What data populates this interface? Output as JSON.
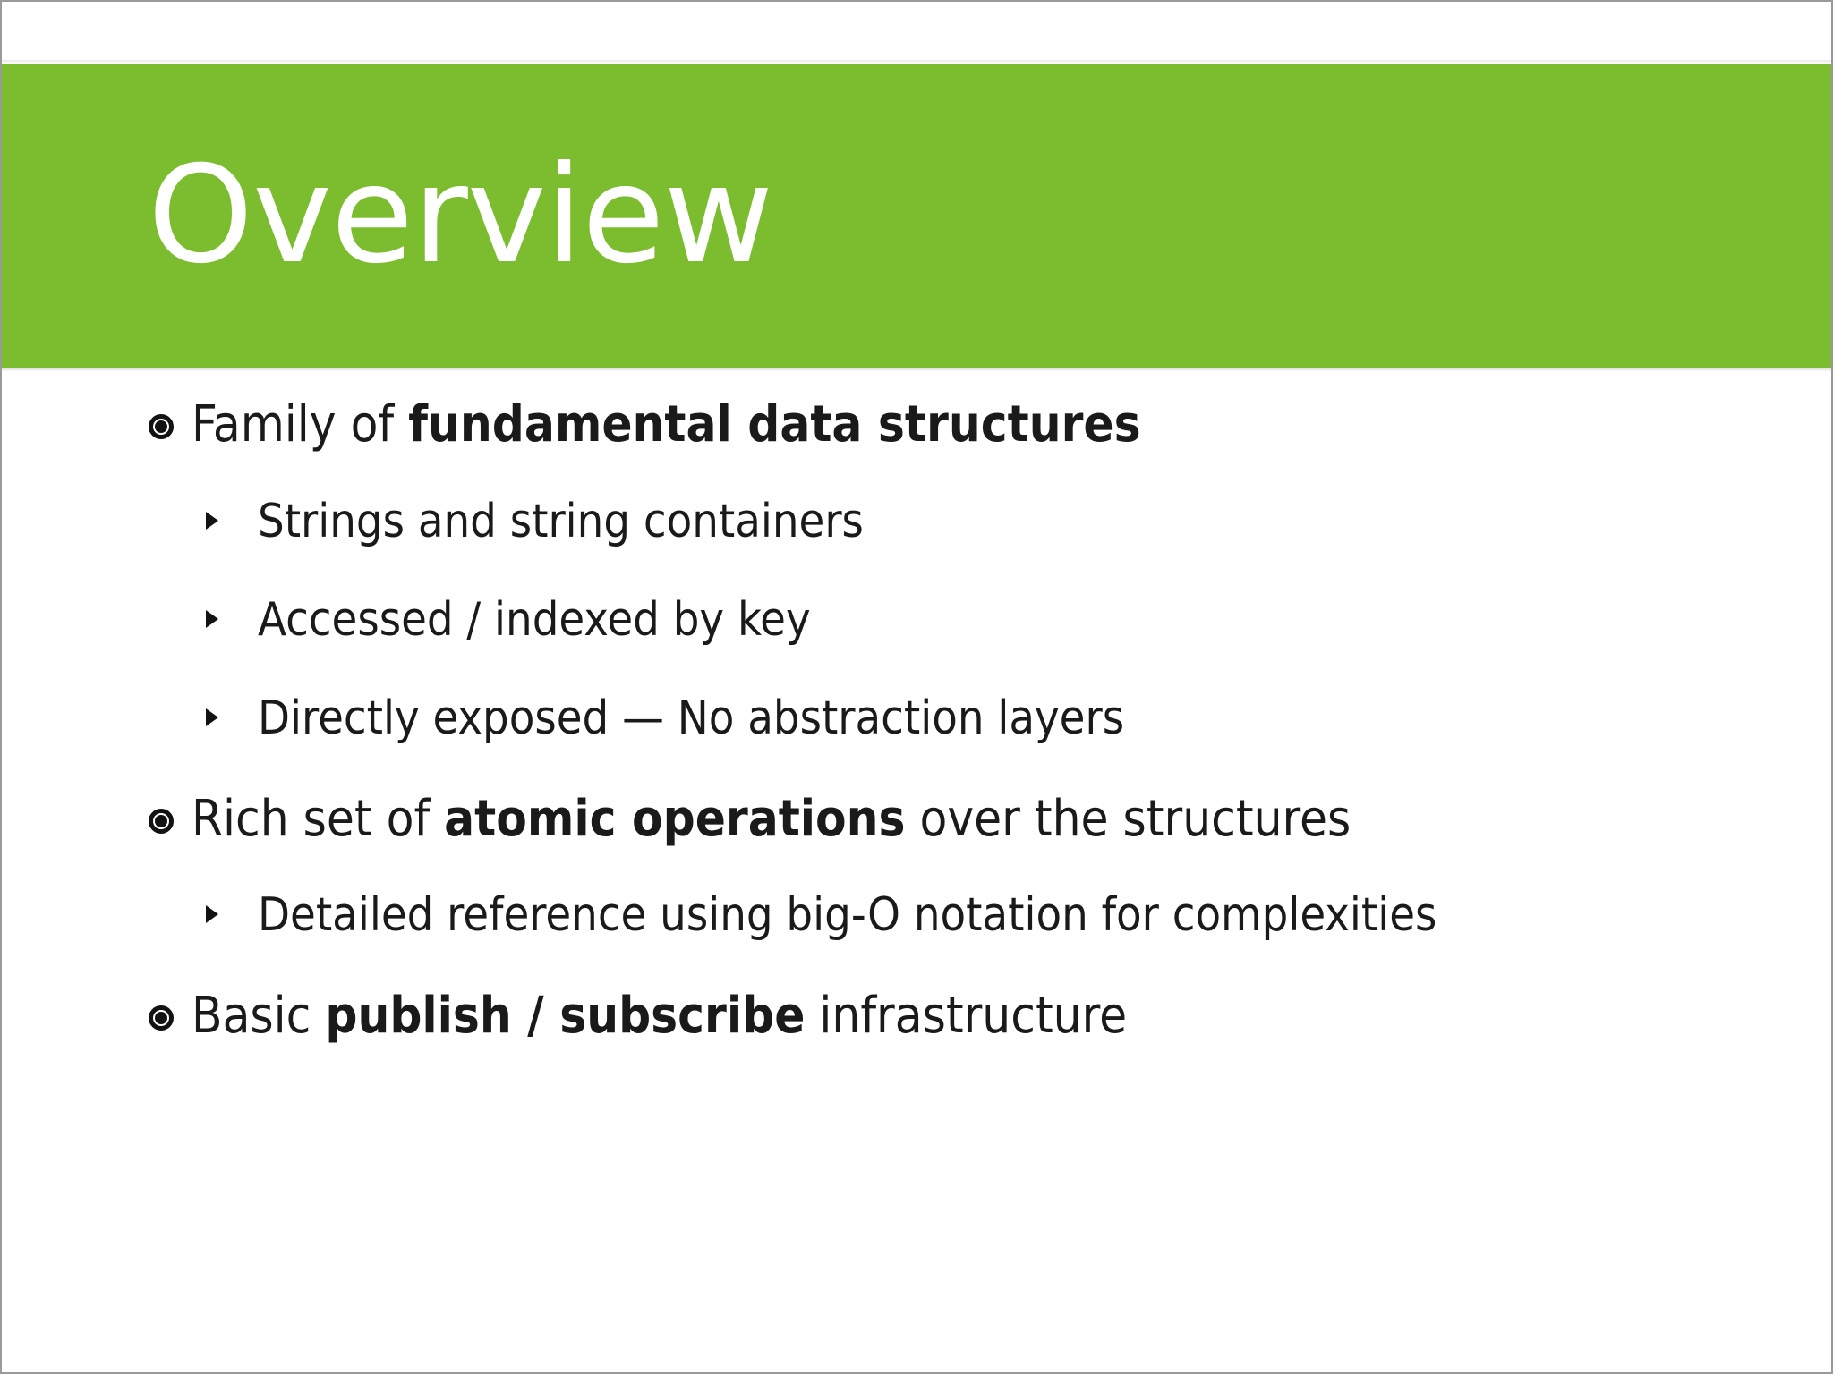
{
  "slide": {
    "title": "Overview",
    "title_band_color": "#7cbc2f",
    "title_text_color": "#ffffff",
    "background_color": "#ffffff",
    "body_text_color": "#1a1a1a",
    "border_color": "#9a9a9a"
  },
  "bullets": [
    {
      "level": 1,
      "marker": "circled-dot-bullet",
      "parts": [
        {
          "text": "Family of ",
          "bold": false
        },
        {
          "text": "fundamental data structures",
          "bold": true
        }
      ],
      "plain": "Family of fundamental data structures"
    },
    {
      "level": 2,
      "marker": "triangle-bullet",
      "parts": [
        {
          "text": "Strings and string containers",
          "bold": false
        }
      ],
      "plain": "Strings and string containers"
    },
    {
      "level": 2,
      "marker": "triangle-bullet",
      "parts": [
        {
          "text": "Accessed / indexed by key",
          "bold": false
        }
      ],
      "plain": "Accessed / indexed by key"
    },
    {
      "level": 2,
      "marker": "triangle-bullet",
      "parts": [
        {
          "text": "Directly exposed  — No abstraction layers",
          "bold": false
        }
      ],
      "plain": "Directly exposed  — No abstraction layers"
    },
    {
      "level": 1,
      "marker": "circled-dot-bullet",
      "parts": [
        {
          "text": "Rich set of ",
          "bold": false
        },
        {
          "text": "atomic operations",
          "bold": true
        },
        {
          "text": " over the structures",
          "bold": false
        }
      ],
      "plain": "Rich set of atomic operations over the structures"
    },
    {
      "level": 2,
      "marker": "triangle-bullet",
      "parts": [
        {
          "text": "Detailed reference using big-O notation for complexities",
          "bold": false
        }
      ],
      "plain": "Detailed reference using big-O notation for complexities"
    },
    {
      "level": 1,
      "marker": "circled-dot-bullet",
      "parts": [
        {
          "text": "Basic ",
          "bold": false
        },
        {
          "text": "publish / subscribe",
          "bold": true
        },
        {
          "text": " infrastructure",
          "bold": false
        }
      ],
      "plain": "Basic publish / subscribe infrastructure"
    }
  ],
  "layout": {
    "line_tops": [
      0,
      111,
      221,
      331,
      441,
      551,
      661
    ]
  }
}
